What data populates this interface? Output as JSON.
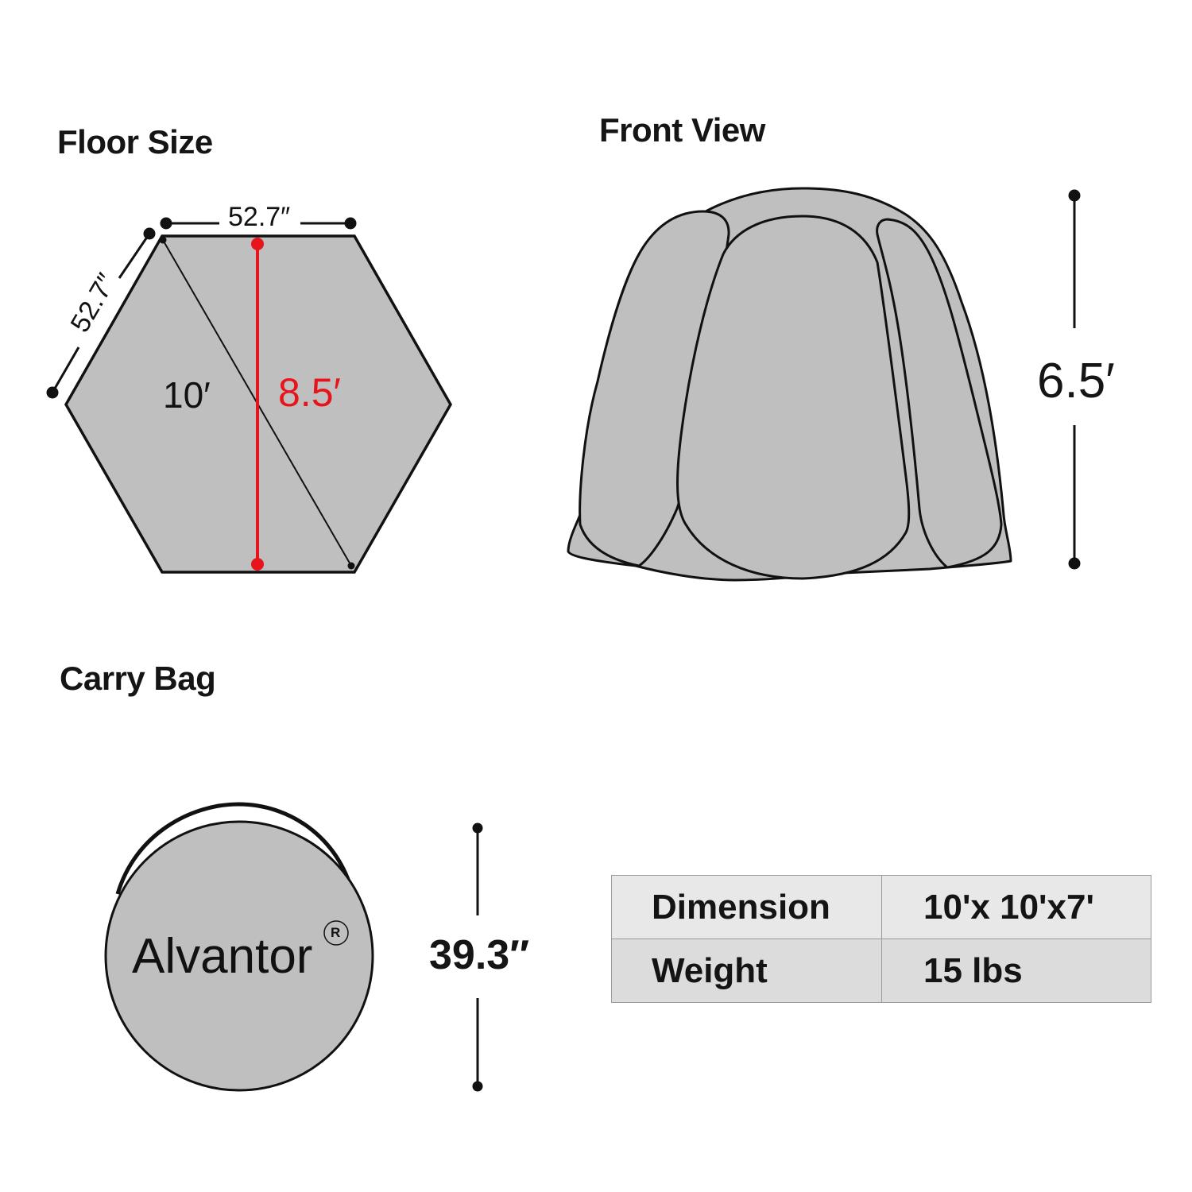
{
  "sections": {
    "floor_size": {
      "heading": "Floor Size",
      "top_edge_label": "52.7″",
      "side_edge_label": "52.7″",
      "diagonal_label": "10′",
      "width_label": "8.5′",
      "accent_color": "#e8141b"
    },
    "front_view": {
      "heading": "Front View",
      "height_label": "6.5′"
    },
    "carry_bag": {
      "heading": "Carry Bag",
      "brand": "Alvantor",
      "registered_mark": "R",
      "height_label": "39.3″"
    }
  },
  "specs": {
    "rows": [
      {
        "label": "Dimension",
        "value": "10'x 10'x7'"
      },
      {
        "label": "Weight",
        "value": "15 lbs"
      }
    ]
  },
  "colors": {
    "fill_gray": "#bfbfbf",
    "outline": "#111111",
    "accent_red": "#e8141b"
  }
}
